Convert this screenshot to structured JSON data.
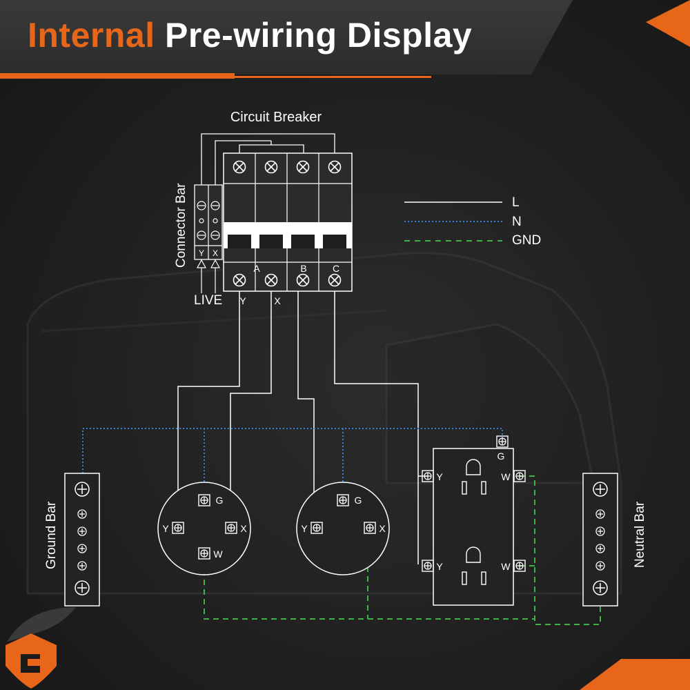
{
  "header": {
    "title_accent": "Internal",
    "title_main": "Pre-wiring Display",
    "accent_color": "#e8661a"
  },
  "diagram": {
    "circuit_breaker_label": "Circuit Breaker",
    "connector_bar_label": "Connector Bar",
    "live_label": "LIVE",
    "ground_bar_label": "Ground Bar",
    "neutral_bar_label": "Neutral Bar",
    "breaker_poles": [
      "A",
      "B",
      "C"
    ],
    "connector_terminals": [
      "Y",
      "X"
    ],
    "breaker_outputs": [
      "Y",
      "X"
    ],
    "outlet_labels": {
      "left": [
        "Y",
        "G",
        "X",
        "W"
      ],
      "middle": [
        "Y",
        "G",
        "X"
      ],
      "duplex": [
        "G",
        "Y",
        "W",
        "Y",
        "W"
      ]
    }
  },
  "legend": [
    {
      "label": "L",
      "color": "#ffffff",
      "style": "solid"
    },
    {
      "label": "N",
      "color": "#3b7fd9",
      "style": "dotted"
    },
    {
      "label": "GND",
      "color": "#3fb34a",
      "style": "dashed"
    }
  ],
  "icons": [
    "terminal-screw-icon",
    "brand-logo-icon",
    "corner-arrow-icon"
  ]
}
